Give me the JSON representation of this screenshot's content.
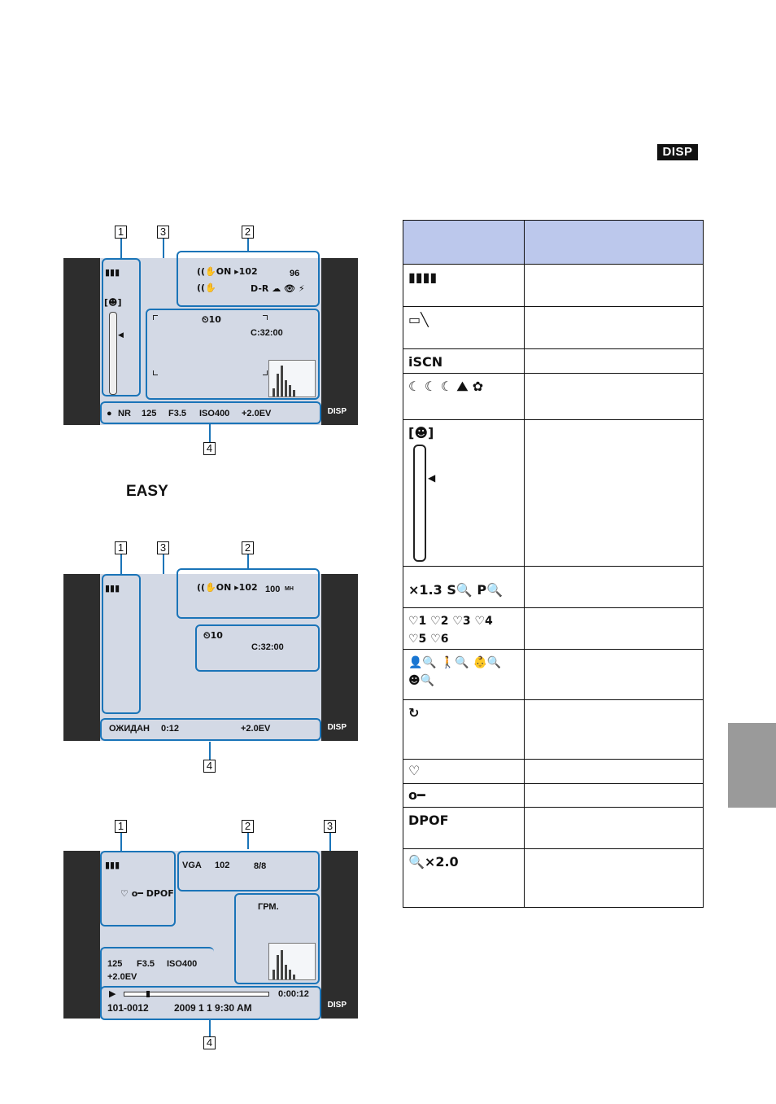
{
  "header": {
    "disp_badge": "DISP"
  },
  "easy_label": "EASY",
  "callouts": [
    "1",
    "2",
    "3",
    "4"
  ],
  "screen1": {
    "disp": "DISP",
    "face_icon": "[☻]",
    "top_icons": [
      "((✋ON ▸102",
      "((✋",
      "96",
      "D-R ☁ 👁 ⚡"
    ],
    "timer": "⏲10",
    "cap": "C:32:00",
    "bottom": [
      "●",
      "NR",
      "125",
      "F3.5",
      "ISO400",
      "+2.0EV"
    ]
  },
  "screen2": {
    "disp": "DISP",
    "top_icons": [
      "((✋ON ▸102",
      "100",
      "MH"
    ],
    "timer": "⏲10",
    "cap": "C:32:00",
    "bottom_mode": "ОЖИДАН",
    "bottom_time": "0:12",
    "bottom_ev": "+2.0EV"
  },
  "screen3": {
    "disp": "DISP",
    "top": [
      "VGA",
      "102",
      "8/8"
    ],
    "prog": "ГРМ.",
    "shutter": "125",
    "aperture": "F3.5",
    "iso": "ISO400",
    "ev": "+2.0EV",
    "time": "0:00:12",
    "file": "101-0012",
    "date": "2009  1  1  9:30 AM",
    "icons_left": "♡ o━ DPOF"
  },
  "table": {
    "rows": [
      {
        "text": "▮▮▮▮"
      },
      {
        "text": "▭╲"
      },
      {
        "text": "iSCN"
      },
      {
        "text": "☾ ☾ ☾ ⛰ ✿"
      },
      {
        "text": "[☻]"
      },
      {
        "text": "×1.3 S🔍 P🔍"
      },
      {
        "text": "♡1 ♡2 ♡3 ♡4 ♡5 ♡6"
      },
      {
        "text": "👤🔍 🚶🔍 👶🔍 ☻🔍"
      },
      {
        "text": "↻"
      },
      {
        "text": "♡"
      },
      {
        "text": "o━"
      },
      {
        "text": "DPOF"
      },
      {
        "text": "🔍×2.0"
      }
    ]
  }
}
